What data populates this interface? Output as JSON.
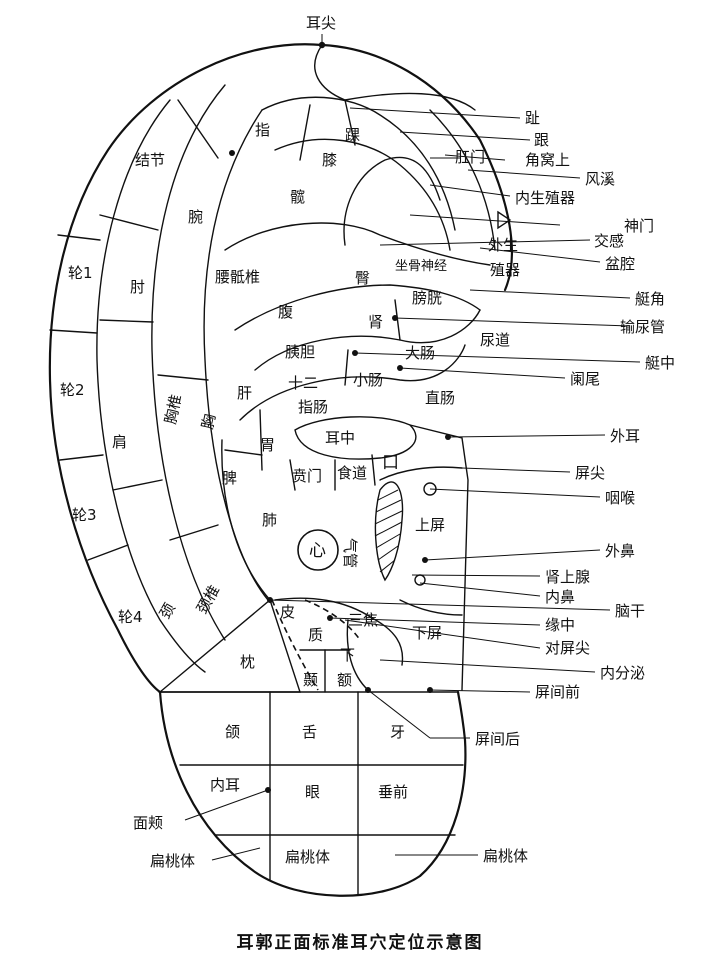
{
  "caption": "耳郭正面标准耳穴定位示意图",
  "labels": {
    "ershuan": "耳尖",
    "zhi_toe": "趾",
    "gen": "跟",
    "huai": "踝",
    "xi": "膝",
    "kuan": "髋",
    "ganmen": "肛门",
    "jiaowoshang": "角窝上",
    "fengxi": "风溪",
    "neishengzhiqi": "内生殖器",
    "shenmen": "神门",
    "jiaogan": "交感",
    "penqiang": "盆腔",
    "tingjiao": "艇角",
    "shuniaoguan": "输尿管",
    "tingzhong": "艇中",
    "lanwei": "阑尾",
    "waier": "外耳",
    "pingjian": "屏尖",
    "yanhou": "咽喉",
    "waibi": "外鼻",
    "shenshangxian": "肾上腺",
    "neibi": "内鼻",
    "naogan": "脑干",
    "yuanzhong": "缘中",
    "duipingjian": "对屏尖",
    "neifenmi": "内分泌",
    "pingjianqian": "屏间前",
    "pingjianhou": "屏间后",
    "biantaoti": "扁桃体",
    "mianjia": "面颊",
    "jiejie": "结节",
    "zhi_finger": "指",
    "wan": "腕",
    "lun1": "轮1",
    "zhou": "肘",
    "yaodizhui": "腰骶椎",
    "zuogushenjing": "坐骨神经",
    "waisheng": "外生",
    "zhiqi": "殖器",
    "tun": "臀",
    "fu": "腹",
    "shen": "肾",
    "pangguang": "膀胱",
    "niaodao": "尿道",
    "yidan": "胰胆",
    "xiaochang": "小肠",
    "dachang": "大肠",
    "lun2": "轮2",
    "jian": "肩",
    "xiongzhui": "胸椎",
    "xiong": "胸",
    "gan": "肝",
    "shier": "十二",
    "zhichang": "指肠",
    "zhichang_r": "直肠",
    "wei": "胃",
    "erzhong": "耳中",
    "pi": "脾",
    "benmen": "贲门",
    "shidao": "食道",
    "kou": "口",
    "lun3": "轮3",
    "fei": "肺",
    "shangping": "上屏",
    "xin": "心",
    "qiguan": "气管",
    "jing": "颈",
    "jingzhui": "颈椎",
    "lun4": "轮4",
    "pi_skin": "皮",
    "zhi_matter": "质",
    "sanjiao": "三焦",
    "xiaping": "下屏",
    "zhen": "枕",
    "nie": "颞",
    "e": "额",
    "xia_under": "下",
    "he": "颌",
    "she": "舌",
    "ya": "牙",
    "neier": "内耳",
    "yan": "眼",
    "chuiqian": "垂前"
  }
}
